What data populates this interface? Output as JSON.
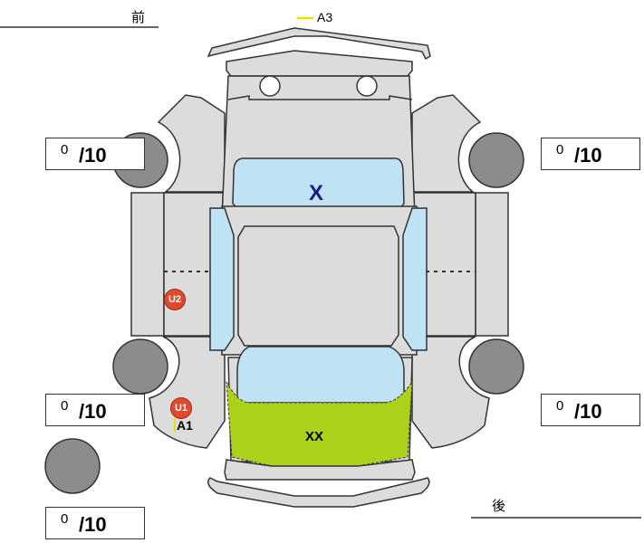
{
  "labels": {
    "front": "前",
    "rear": "後"
  },
  "scores": [
    {
      "id": "front-left",
      "value": "0",
      "max": "/10"
    },
    {
      "id": "front-right",
      "value": "0",
      "max": "/10"
    },
    {
      "id": "rear-left",
      "value": "0",
      "max": "/10"
    },
    {
      "id": "rear-right",
      "value": "0",
      "max": "/10"
    },
    {
      "id": "spare",
      "value": "0",
      "max": "/10"
    }
  ],
  "marks": {
    "a3": "A3",
    "a1": "A1",
    "u1": "U1",
    "u2": "U2",
    "windshield": "X",
    "rear": "XX"
  },
  "colors": {
    "glass": "#bfe3f5",
    "body": "#dcdcdc",
    "damage": "#acd11a",
    "badge": "#e04a2a",
    "x_mark": "#1a1a80"
  }
}
